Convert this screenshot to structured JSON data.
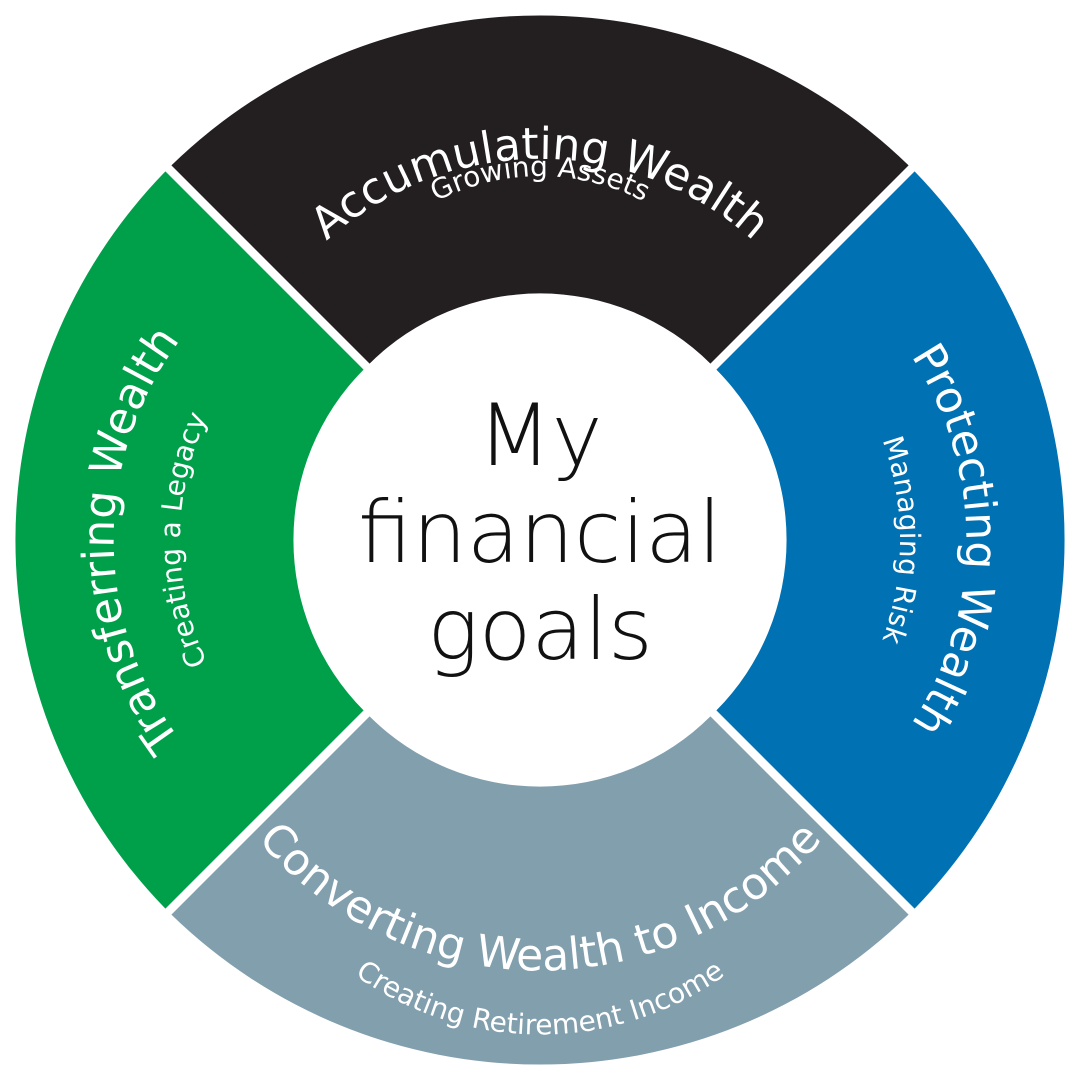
{
  "center": {
    "lines": [
      "My",
      "financial",
      "goals"
    ],
    "text_color": "#111111",
    "fill": "#ffffff"
  },
  "segments": [
    {
      "id": "accumulating",
      "title": "Accumulating Wealth",
      "subtitle": "Growing Assets",
      "color": "#231f20"
    },
    {
      "id": "protecting",
      "title": "Protecting Wealth",
      "subtitle": "Managing Risk",
      "color": "#0071b3"
    },
    {
      "id": "converting",
      "title": "Converting Wealth to Income",
      "subtitle": "Creating Retirement Income",
      "color": "#829fae"
    },
    {
      "id": "transferring",
      "title": "Transferring Wealth",
      "subtitle": "Creating a Legacy",
      "color": "#00a04a"
    }
  ],
  "separator_color": "#ffffff"
}
